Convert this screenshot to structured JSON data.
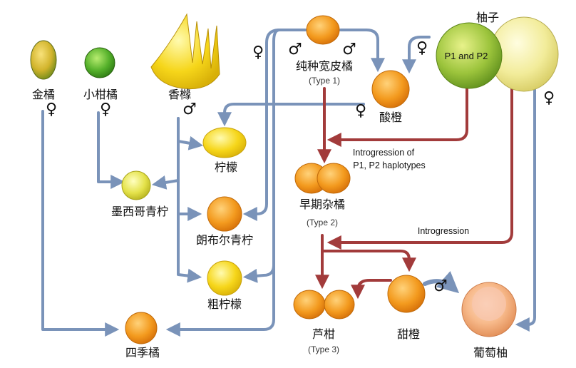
{
  "labels": {
    "kumquat": "金橘",
    "small_mandarin": "小柑橘",
    "citron": "香橼",
    "mandarin_pure": "纯种宽皮橘",
    "mandarin_type": "(Type 1)",
    "pomelo": "柚子",
    "pomelo_p": "P1 and P2",
    "sour_orange": "酸橙",
    "lemon": "柠檬",
    "mexican_lime": "墨西哥青柠",
    "early_mandarin": "早期杂橘",
    "early_type": "(Type 2)",
    "rangpur_lime": "朗布尔青柠",
    "rough_lemon": "粗柠檬",
    "calamondin": "四季橘",
    "ponkan": "芦柑",
    "ponkan_type": "(Type 3)",
    "sweet_orange": "甜橙",
    "grapefruit": "葡萄柚"
  },
  "notes": {
    "introgression_p1p2_line1": "Introgression of",
    "introgression_p1p2_line2": "P1, P2 haplotypes",
    "introgression": "Introgression"
  },
  "symbols": {
    "female": "♀",
    "male": "♂"
  },
  "colors": {
    "blue_arrow": "#7a93b9",
    "red_arrow": "#a23b3b",
    "orange_fruit": "#f39a1e",
    "lemon_fruit": "#f6d61a",
    "pomelo_green": "#8fc13a",
    "pomelo_yellow": "#f2ec9a"
  }
}
